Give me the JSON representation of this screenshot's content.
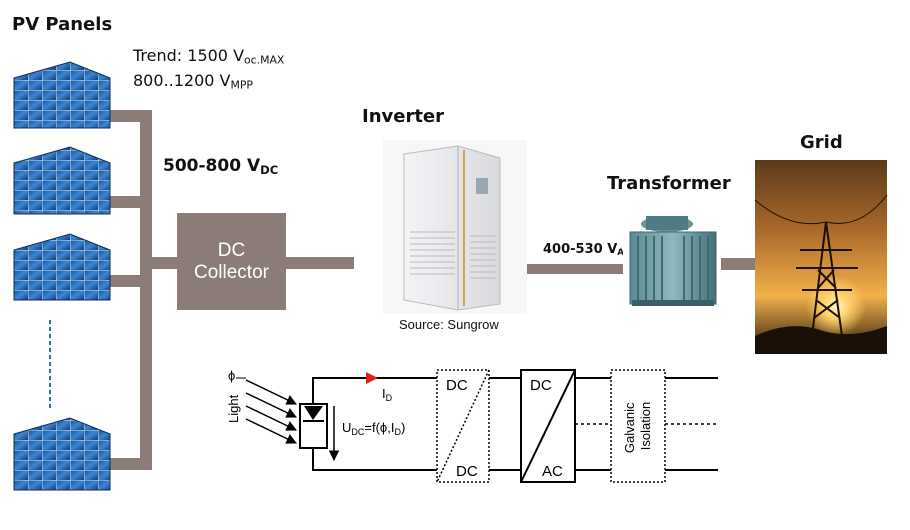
{
  "pv": {
    "title": "PV Panels",
    "trend_label": "Trend: 1500 V",
    "trend_sub": "oc.MAX",
    "mpp_label": "800..1200 V",
    "mpp_sub": "MPP",
    "dc_voltage": "500-800 V",
    "dc_voltage_sub": "DC"
  },
  "collector": {
    "line1": "DC",
    "line2": "Collector"
  },
  "inverter": {
    "title": "Inverter",
    "source": "Source: Sungrow"
  },
  "ac_voltage": {
    "label": "400-530 V",
    "sub": "AC"
  },
  "transformer": {
    "title": "Transformer"
  },
  "grid": {
    "title": "Grid"
  },
  "schematic": {
    "light_label": "Light",
    "phi": "ϕ",
    "current_label": "I",
    "current_sub": "D",
    "udc_label": "U",
    "udc_sub": "DC",
    "udc_expr": "=f(ϕ,I",
    "udc_expr_sub": "D",
    "udc_expr_end": ")",
    "dcdc_top": "DC",
    "dcdc_bottom": "DC",
    "dcac_top": "DC",
    "dcac_bottom": "AC",
    "iso_label": "Galvanic Isolation"
  },
  "colors": {
    "connector": "#8b7c78",
    "panel_blue": "#2f6fb5",
    "arrow_red": "#e0201a"
  }
}
